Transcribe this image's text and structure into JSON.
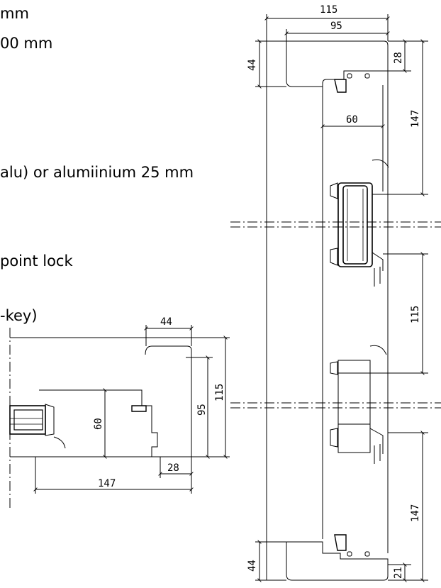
{
  "spec_text": {
    "line1": "mm",
    "line2": "00 mm",
    "line3": "alu) or alumiinium 25 mm",
    "line4": "point lock",
    "line5": "-key)"
  },
  "vertical_section": {
    "dimensions": {
      "total_width": "115",
      "frame_width": "95",
      "top_frame_height": "44",
      "top_offset": "28",
      "upper_height": "147",
      "sash_depth": "60",
      "middle_height": "115",
      "lower_height": "147",
      "bottom_frame_height": "44",
      "bottom_offset": "21"
    }
  },
  "horizontal_section": {
    "dimensions": {
      "frame_depth": "44",
      "sash_depth": "60",
      "frame_width": "95",
      "total_width": "115",
      "offset": "28",
      "length": "147"
    }
  }
}
